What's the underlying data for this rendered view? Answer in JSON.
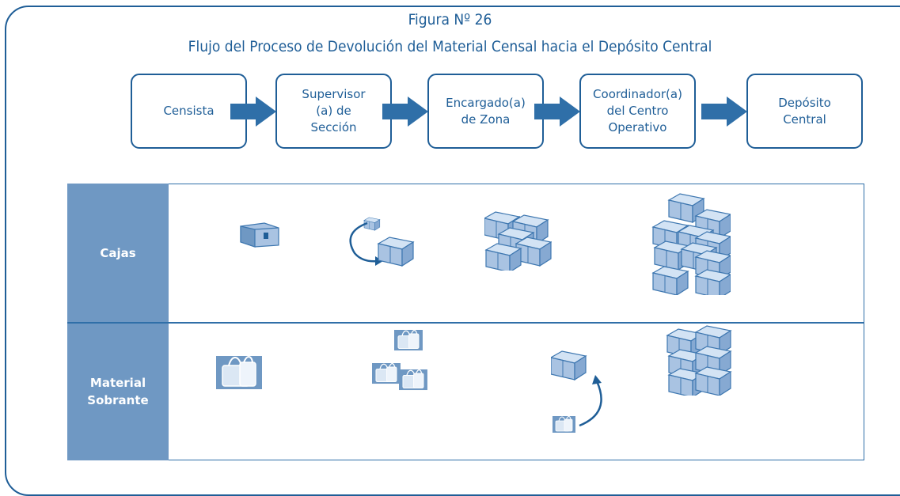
{
  "figure": {
    "number": "Figura Nº 26",
    "title": "Flujo del Proceso de Devolución del Material Censal hacia el Depósito Central"
  },
  "flow": [
    {
      "label": "Censista"
    },
    {
      "label": "Supervisor\n(a) de\nSección"
    },
    {
      "label": "Encargado(a)\nde Zona"
    },
    {
      "label": "Coordinador(a)\ndel Centro\nOperativo"
    },
    {
      "label": "Depósito\nCentral"
    }
  ],
  "rows": [
    {
      "label": "Cajas"
    },
    {
      "label": "Material\nSobrante"
    }
  ],
  "colors": {
    "primary": "#1f5e97",
    "header_fill": "#6f98c3",
    "box_fill": "#a9c3e2",
    "box_edge": "#3e77b0"
  },
  "icons": {
    "cajas": [
      "briefcase-icon",
      "box-with-return-arrow-icon",
      "box-stack-small-icon",
      "box-stack-large-icon"
    ],
    "material_sobrante": [
      "bag-icon",
      "bag-group-icon",
      "bag-to-box-arrow-icon",
      "box-stack-medium-icon"
    ]
  }
}
